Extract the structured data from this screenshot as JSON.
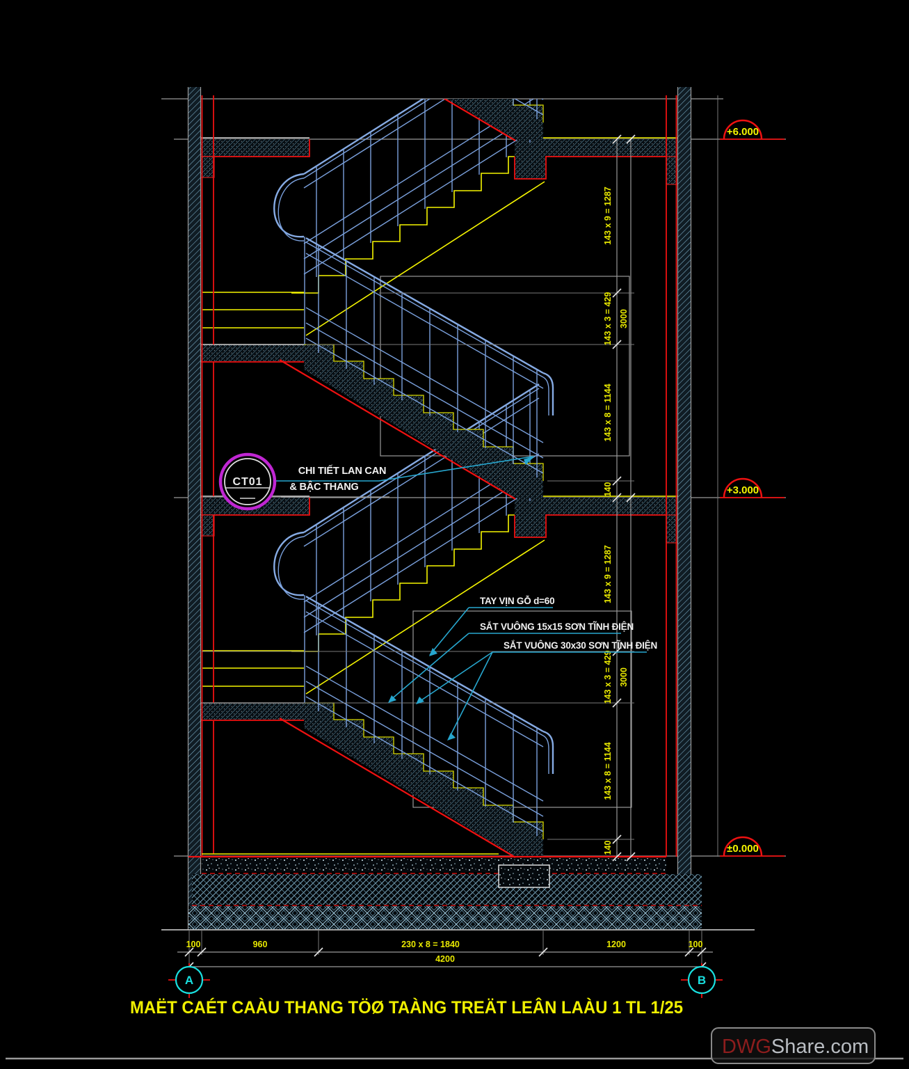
{
  "drawing_title": "MAËT CAÉT CAÀU THANG TÖØ TAÀNG TREÄT LEÂN LAÀU 1  TL 1/25",
  "watermark": {
    "bold": "DWG",
    "rest": "Share.com"
  },
  "levels": [
    {
      "label": "+6.000"
    },
    {
      "label": "+3.000"
    },
    {
      "label": "±0.000"
    }
  ],
  "grid_axes": {
    "left": "A",
    "right": "B"
  },
  "callout": {
    "code": "CT01",
    "line1": "CHI TIẾT LAN CAN",
    "line2": "& BẬC THANG"
  },
  "notes": {
    "handrail": "TAY VỊN GỖ d=60",
    "steel15": "SẮT VUÔNG 15x15 SƠN TĨNH ĐIỆN",
    "steel30": "SẮT VUÔNG 30x30 SƠN TĨNH ĐIỆN"
  },
  "right_dims": {
    "upper": [
      "143 x 9 = 1287",
      "143 x 3 = 429",
      "143 x 8 = 1144",
      "140",
      "3000"
    ],
    "lower": [
      "143 x 9 = 1287",
      "143 x 3 = 429",
      "143 x 8 = 1144",
      "140",
      "3000"
    ]
  },
  "bottom_dims": {
    "row": [
      "100",
      "960",
      "230 x 8 = 1840",
      "1200",
      "100"
    ],
    "total": "4200"
  },
  "colors": {
    "background": "#000000",
    "step_yellow": "#f5f500",
    "structure_red": "#ee1111",
    "railing_blue": "#7aa0dc",
    "hatch_cyan": "#7fb2cc",
    "leader_cyan": "#27a7cf",
    "callout_magenta": "#c026d3",
    "grid_cyan": "#19e0e0",
    "dim_gray": "#9a9a9a"
  }
}
